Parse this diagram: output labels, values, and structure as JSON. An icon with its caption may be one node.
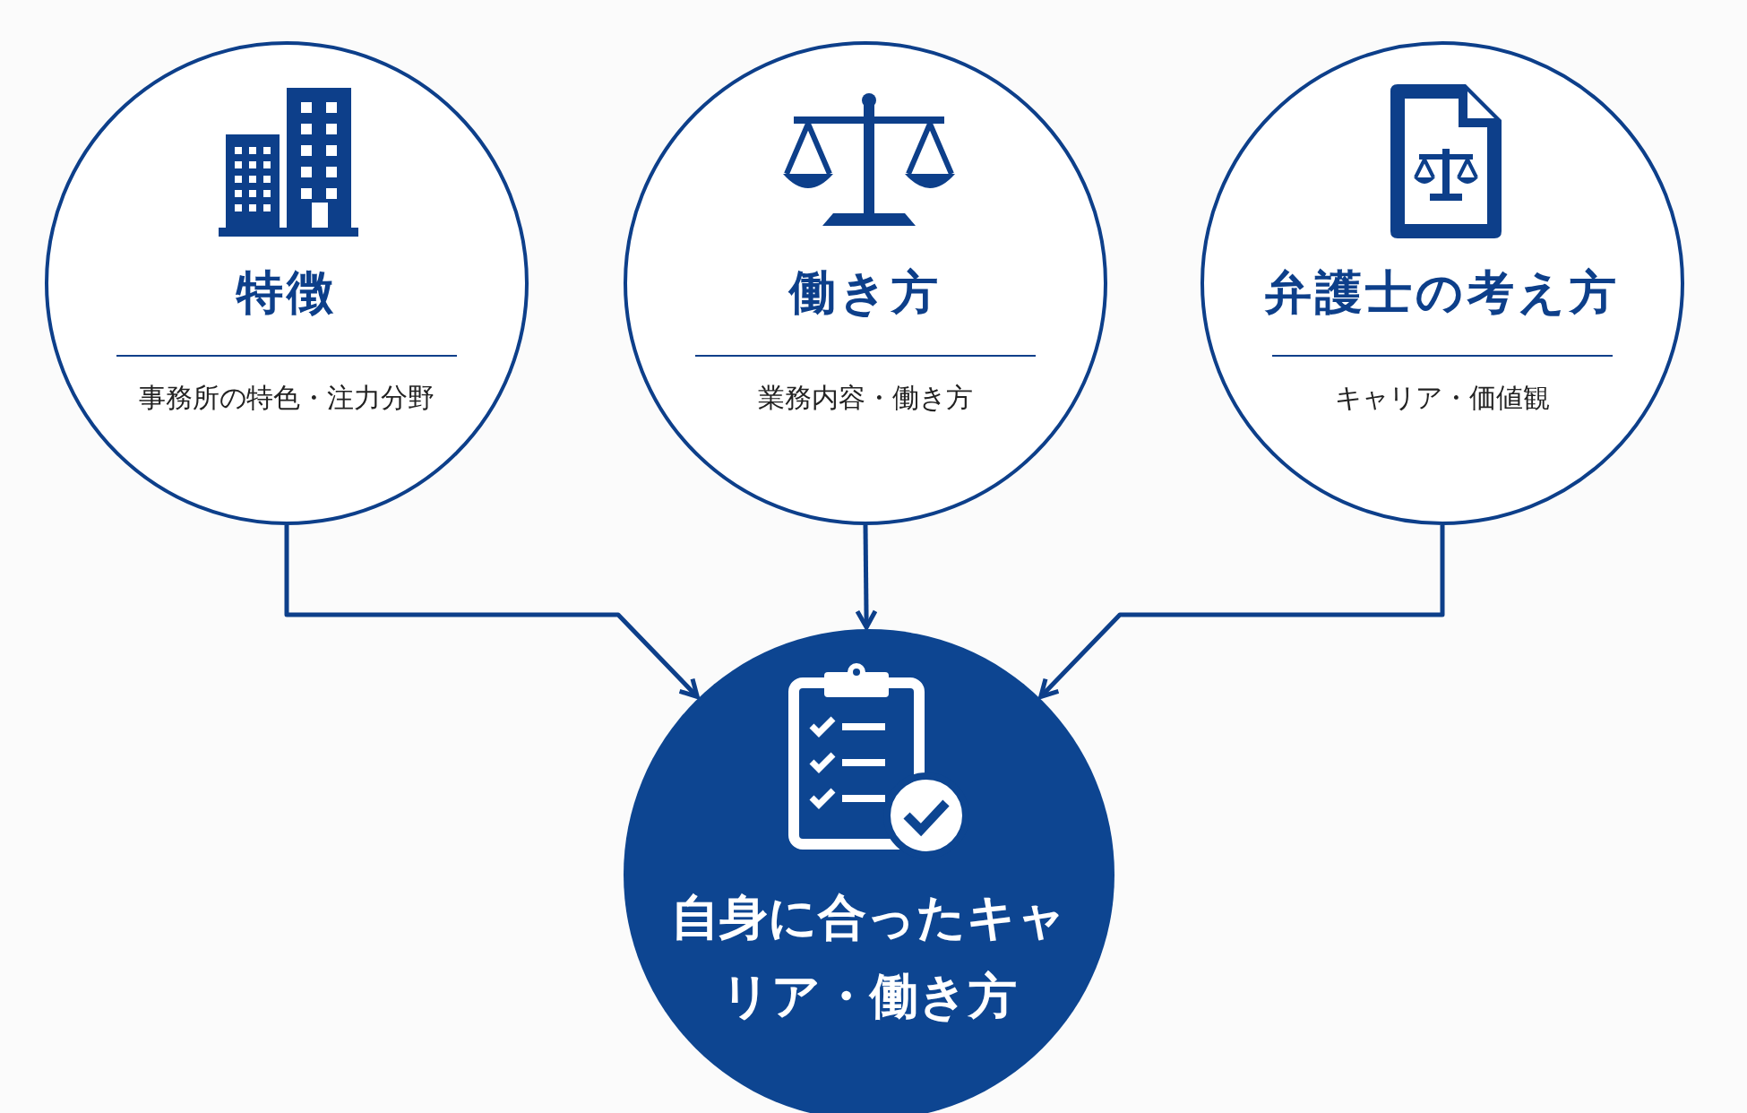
{
  "diagram": {
    "nodes": [
      {
        "text": [
          "特徴",
          "事務所の特色・注力分野"
        ]
      },
      {
        "text": [
          "働き方",
          "業務内容・働き方"
        ]
      },
      {
        "text": [
          "弁護士の考え方",
          "キャリア・価値観"
        ]
      },
      {
        "text": [
          "自身に合ったキャリア・働き方"
        ]
      }
    ],
    "edges": [
      {
        "from": 0,
        "to": 3,
        "arrow": "to"
      },
      {
        "from": 1,
        "to": 3,
        "arrow": "to"
      },
      {
        "from": 2,
        "to": 3,
        "arrow": "to"
      }
    ]
  }
}
